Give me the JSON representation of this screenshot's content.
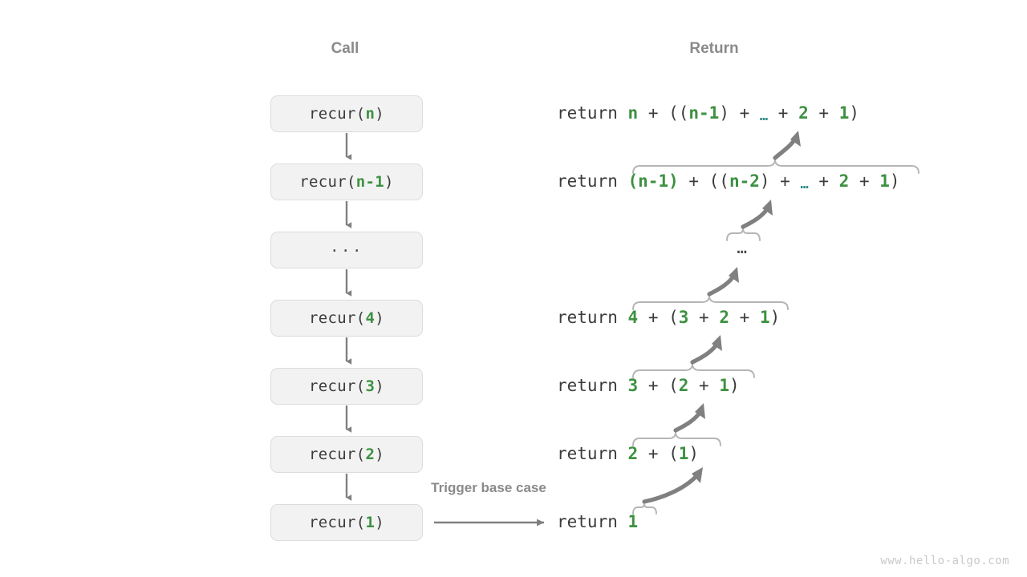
{
  "page": {
    "background": "#ffffff",
    "watermark": "www.hello-algo.com"
  },
  "colors": {
    "accent_green": "#3d9141",
    "teal_ellipsis": "#2b8a85",
    "text_dark": "#3b3b3b",
    "muted_gray": "#8a8a8a",
    "box_fill": "#f2f2f2",
    "box_border": "#dcdcdc",
    "arrow_gray": "#808080",
    "brace_gray": "#b0b0b0"
  },
  "headers": {
    "call": "Call",
    "return": "Return"
  },
  "call_stack": {
    "boxes": [
      {
        "label": "recur(n)",
        "arg": "n",
        "is_ellipsis": false
      },
      {
        "label": "recur(n-1)",
        "arg": "n-1",
        "is_ellipsis": false
      },
      {
        "label": "...",
        "arg": "",
        "is_ellipsis": true
      },
      {
        "label": "recur(4)",
        "arg": "4",
        "is_ellipsis": false
      },
      {
        "label": "recur(3)",
        "arg": "3",
        "is_ellipsis": false
      },
      {
        "label": "recur(2)",
        "arg": "2",
        "is_ellipsis": false
      },
      {
        "label": "recur(1)",
        "arg": "1",
        "is_ellipsis": false
      }
    ],
    "prefix": "recur(",
    "suffix": ")"
  },
  "returns": {
    "keyword": "return",
    "lines": [
      {
        "id": "r1",
        "expr": "n + ((n-1) + … + 2 + 1)",
        "plain": "return n + ((n-1) + … + 2 + 1)"
      },
      {
        "id": "r2",
        "expr": "(n-1) + ((n-2) + … + 2 + 1)",
        "plain": "return (n-1) + ((n-2) + … + 2 + 1)"
      },
      {
        "id": "r3",
        "expr": "…",
        "plain": "…"
      },
      {
        "id": "r4",
        "expr": "4 + (3 + 2 + 1)",
        "plain": "return 4 + (3 + 2 + 1)"
      },
      {
        "id": "r5",
        "expr": "3 + (2 + 1)",
        "plain": "return 3 + (2 + 1)"
      },
      {
        "id": "r6",
        "expr": "2 + (1)",
        "plain": "return 2 + (1)"
      },
      {
        "id": "r7",
        "expr": "1",
        "plain": "return 1"
      }
    ]
  },
  "annotations": {
    "trigger_base_case": "Trigger base case"
  }
}
